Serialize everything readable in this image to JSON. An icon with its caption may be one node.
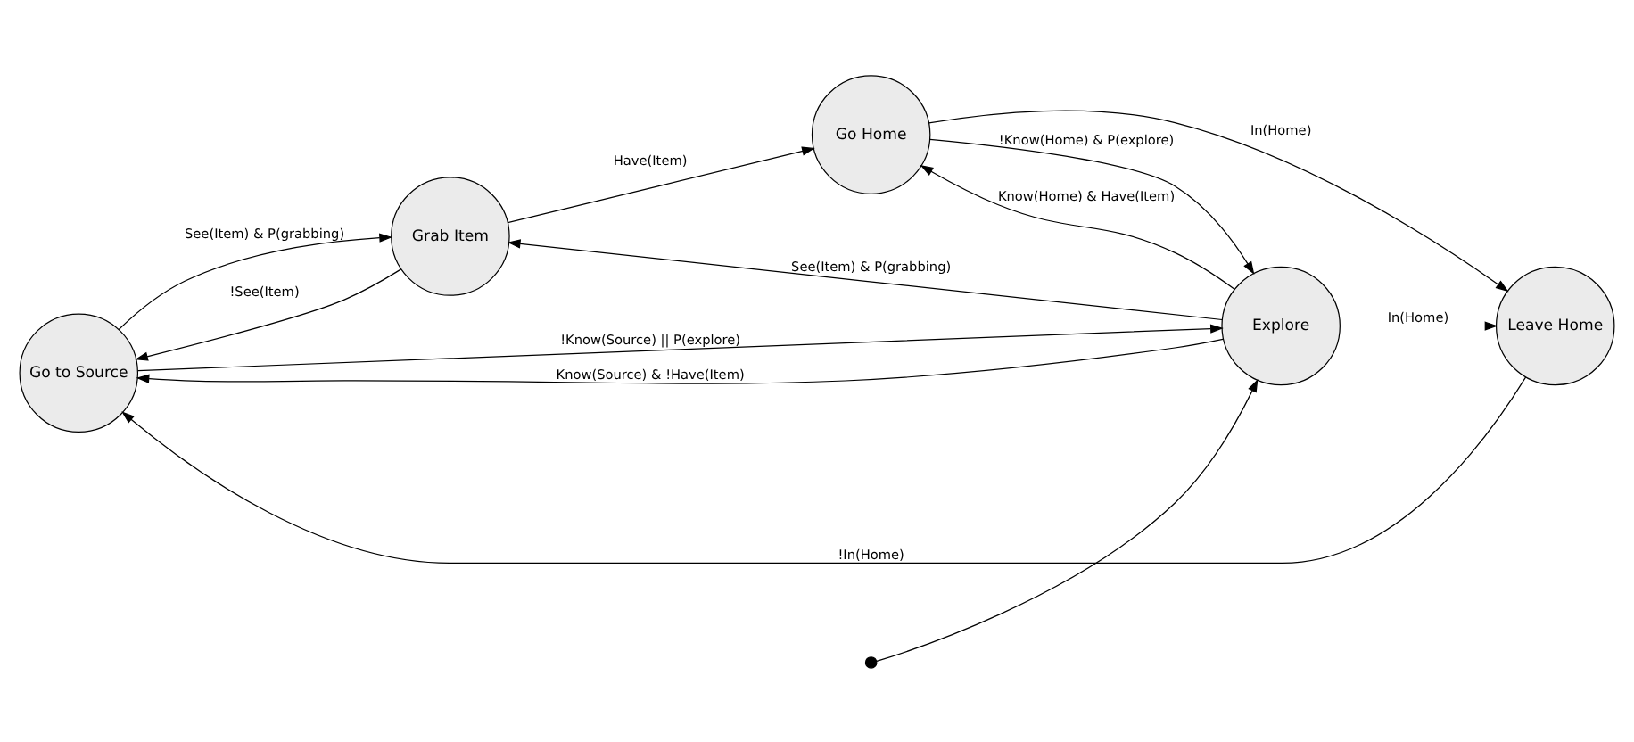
{
  "diagram": {
    "nodes": [
      {
        "text": [
          "Go to Source"
        ]
      },
      {
        "text": [
          "Grab Item"
        ]
      },
      {
        "text": [
          "Explore"
        ]
      },
      {
        "text": [
          "Leave Home"
        ]
      },
      {
        "text": [
          "Go Home"
        ]
      },
      {
        "text": [],
        "shape": "circle"
      }
    ],
    "edges": [
      {
        "from": 0,
        "to": 1,
        "arrow": "to",
        "label": "See(Item) & P(grabbing)"
      },
      {
        "from": 1,
        "to": 0,
        "arrow": "to",
        "label": "!See(Item)"
      },
      {
        "from": 0,
        "to": 2,
        "arrow": "to",
        "label": "!Know(Source) || P(explore)"
      },
      {
        "from": 2,
        "to": 1,
        "arrow": "to",
        "label": "See(Item) & P(grabbing)"
      },
      {
        "from": 2,
        "to": 0,
        "arrow": "to",
        "label": "Know(Source) & !Have(Item)"
      },
      {
        "from": 1,
        "to": 4,
        "arrow": "to",
        "label": "Have(Item)"
      },
      {
        "from": 2,
        "to": 4,
        "arrow": "to",
        "label": "Know(Home) & Have(Item)"
      },
      {
        "from": 2,
        "to": 3,
        "arrow": "to",
        "label": "In(Home)"
      },
      {
        "from": 4,
        "to": 2,
        "arrow": "to",
        "label": "!Know(Home) & P(explore)"
      },
      {
        "from": 4,
        "to": 3,
        "arrow": "to",
        "label": "In(Home)"
      },
      {
        "from": 3,
        "to": 0,
        "arrow": "to",
        "label": "!In(Home)"
      },
      {
        "from": 5,
        "to": 2,
        "arrow": "to"
      }
    ]
  }
}
